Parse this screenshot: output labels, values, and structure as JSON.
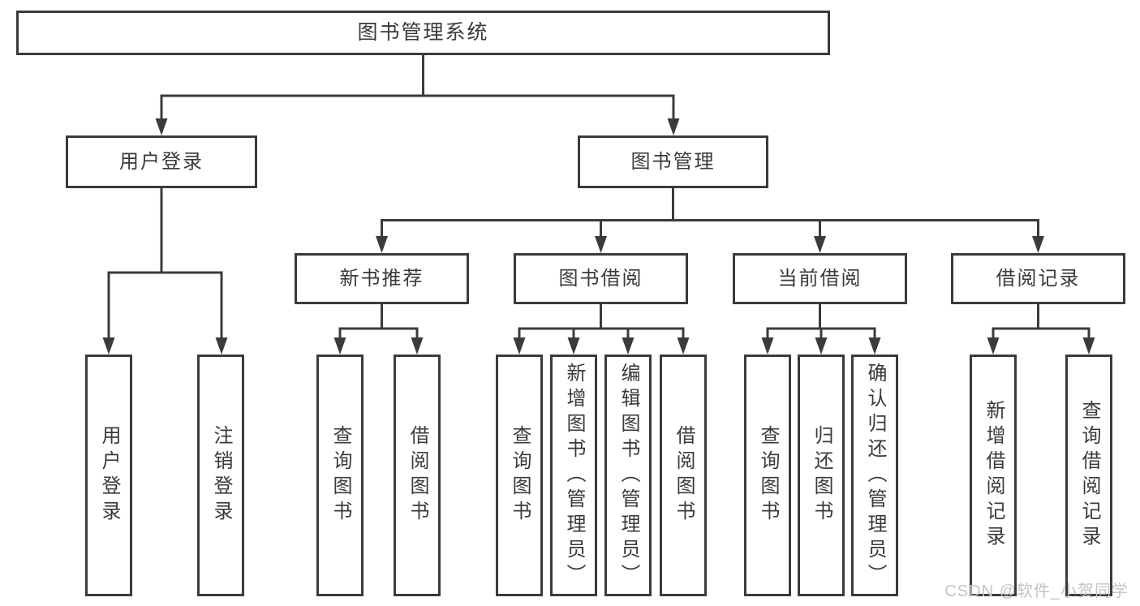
{
  "tree": {
    "label": "图书管理系统",
    "children": [
      {
        "label": "用户登录",
        "children": [
          {
            "label": "用户登录"
          },
          {
            "label": "注销登录"
          }
        ]
      },
      {
        "label": "图书管理",
        "children": [
          {
            "label": "新书推荐",
            "children": [
              {
                "label": "查询图书"
              },
              {
                "label": "借阅图书"
              }
            ]
          },
          {
            "label": "图书借阅",
            "children": [
              {
                "label": "查询图书"
              },
              {
                "label": "新增图书（管理员）"
              },
              {
                "label": "编辑图书（管理员）"
              },
              {
                "label": "借阅图书"
              }
            ]
          },
          {
            "label": "当前借阅",
            "children": [
              {
                "label": "查询图书"
              },
              {
                "label": "归还图书"
              },
              {
                "label": "确认归还（管理员）"
              }
            ]
          },
          {
            "label": "借阅记录",
            "children": [
              {
                "label": "新增借阅记录"
              },
              {
                "label": "查询借阅记录"
              }
            ]
          }
        ]
      }
    ]
  },
  "watermark": "CSDN @软件_小贺同学",
  "colors": {
    "line": "#3b3b3b",
    "text": "#3a3a3a",
    "box_fill": "#ffffff",
    "watermark": "#c4c4c4",
    "background": "#ffffff"
  }
}
